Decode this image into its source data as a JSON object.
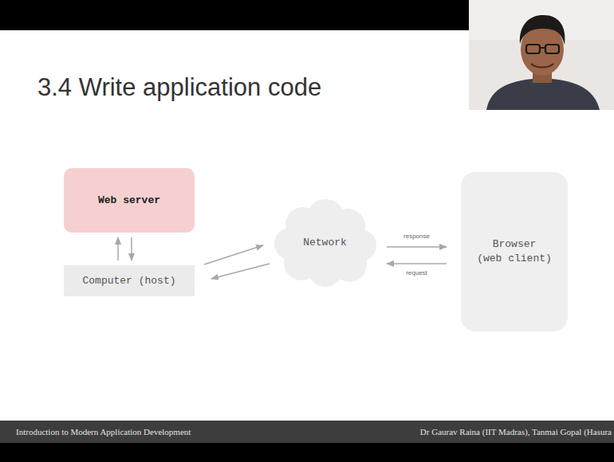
{
  "diagram": {
    "title": "3.4 Write application code",
    "nodes": [
      {
        "text": [
          "Web server"
        ]
      },
      {
        "text": [
          "Computer (host)"
        ]
      },
      {
        "text": [
          "Network"
        ]
      },
      {
        "text": [
          "Browser (web client)"
        ]
      }
    ],
    "edges": [
      {
        "from": 1,
        "to": 0,
        "arrow": "to"
      },
      {
        "from": 0,
        "to": 1,
        "arrow": "to"
      },
      {
        "from": 1,
        "to": 2,
        "arrow": "to"
      },
      {
        "from": 2,
        "to": 1,
        "arrow": "to"
      },
      {
        "from": 2,
        "to": 3,
        "label": "response",
        "arrow": "to"
      },
      {
        "from": 3,
        "to": 2,
        "label": "request",
        "arrow": "to"
      }
    ],
    "labels": [
      "Introduction to Modern Application Development",
      "Dr Gaurav Raina (IIT Madras), Tanmai Gopal (Hasura"
    ]
  }
}
